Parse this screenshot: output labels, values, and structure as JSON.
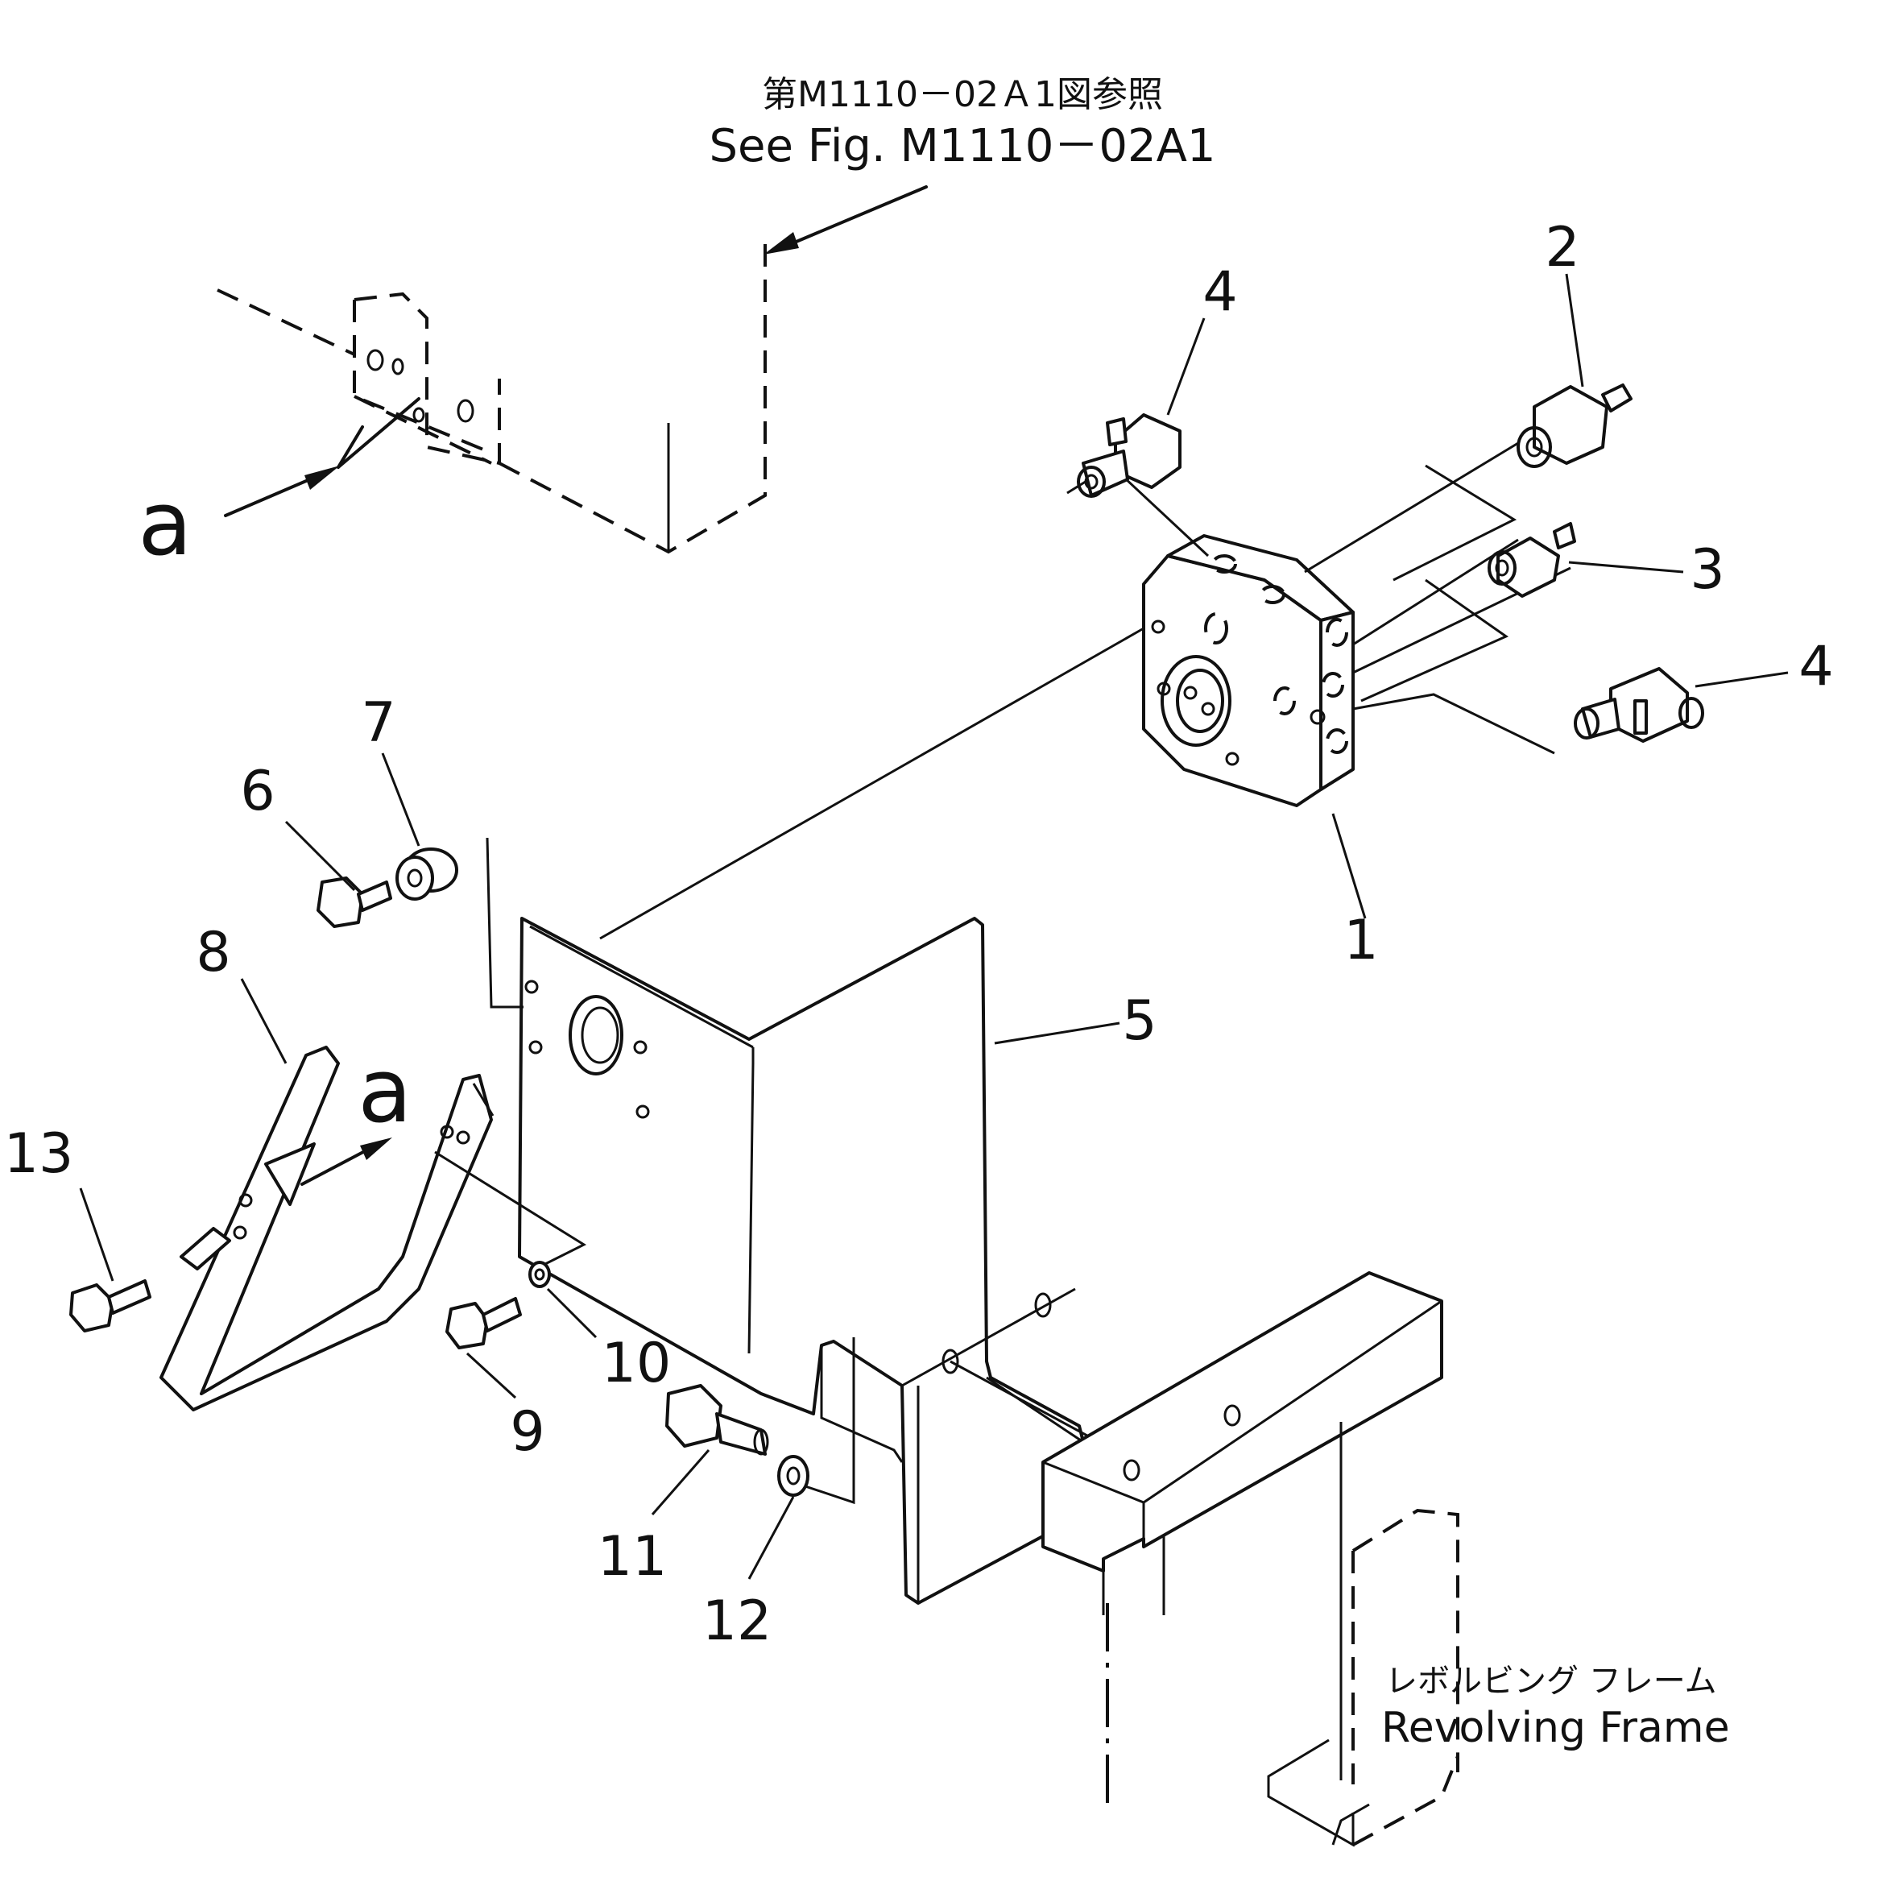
{
  "reference": {
    "japanese": "第M1110－02Ａ1図参照",
    "english": "See Fig. M1110－02A1"
  },
  "frame_label": {
    "japanese": "レボルビング フレーム",
    "english": "Revolving Frame"
  },
  "view_markers": {
    "top": "a",
    "lower": "a"
  },
  "callouts": {
    "p1": "1",
    "p2": "2",
    "p3": "3",
    "p4_top": "4",
    "p4_right": "4",
    "p5": "5",
    "p6": "6",
    "p7": "7",
    "p8": "8",
    "p9": "9",
    "p10": "10",
    "p11": "11",
    "p12": "12",
    "p13": "13"
  }
}
